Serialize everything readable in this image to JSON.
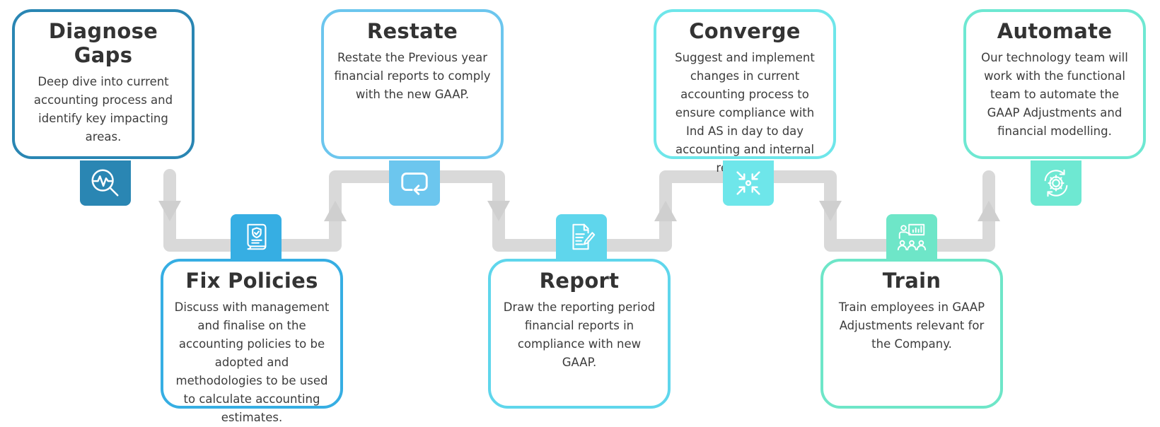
{
  "steps": [
    {
      "title": "Diagnose Gaps",
      "description": "Deep dive into current accounting process and identify key impacting areas.",
      "icon": "magnifier-pulse-icon",
      "color": "#2a86b3"
    },
    {
      "title": "Fix Policies",
      "description": "Discuss with management and finalise on the accounting policies to be adopted and methodologies to be used to calculate accounting estimates.",
      "icon": "policy-document-icon",
      "color": "#36aee3"
    },
    {
      "title": "Restate",
      "description": "Restate the Previous year financial reports to comply with the new GAAP.",
      "icon": "restate-loop-icon",
      "color": "#6cc6ee"
    },
    {
      "title": "Report",
      "description": "Draw the reporting period financial reports in compliance with new GAAP.",
      "icon": "report-document-icon",
      "color": "#5fd6ec"
    },
    {
      "title": "Converge",
      "description": "Suggest and implement changes in current accounting process to ensure compliance with Ind AS in day to day accounting and internal reporting.",
      "icon": "converge-arrows-icon",
      "color": "#6ee6ea"
    },
    {
      "title": "Train",
      "description": "Train employees in GAAP Adjustments relevant for the Company.",
      "icon": "training-presentation-icon",
      "color": "#6ee6c8"
    },
    {
      "title": "Automate",
      "description": "Our technology team will work with the functional team to automate the GAAP Adjustments and financial modelling.",
      "icon": "automation-gear-icon",
      "color": "#6ee8d2"
    }
  ],
  "connector_color": "#d9d9d9"
}
